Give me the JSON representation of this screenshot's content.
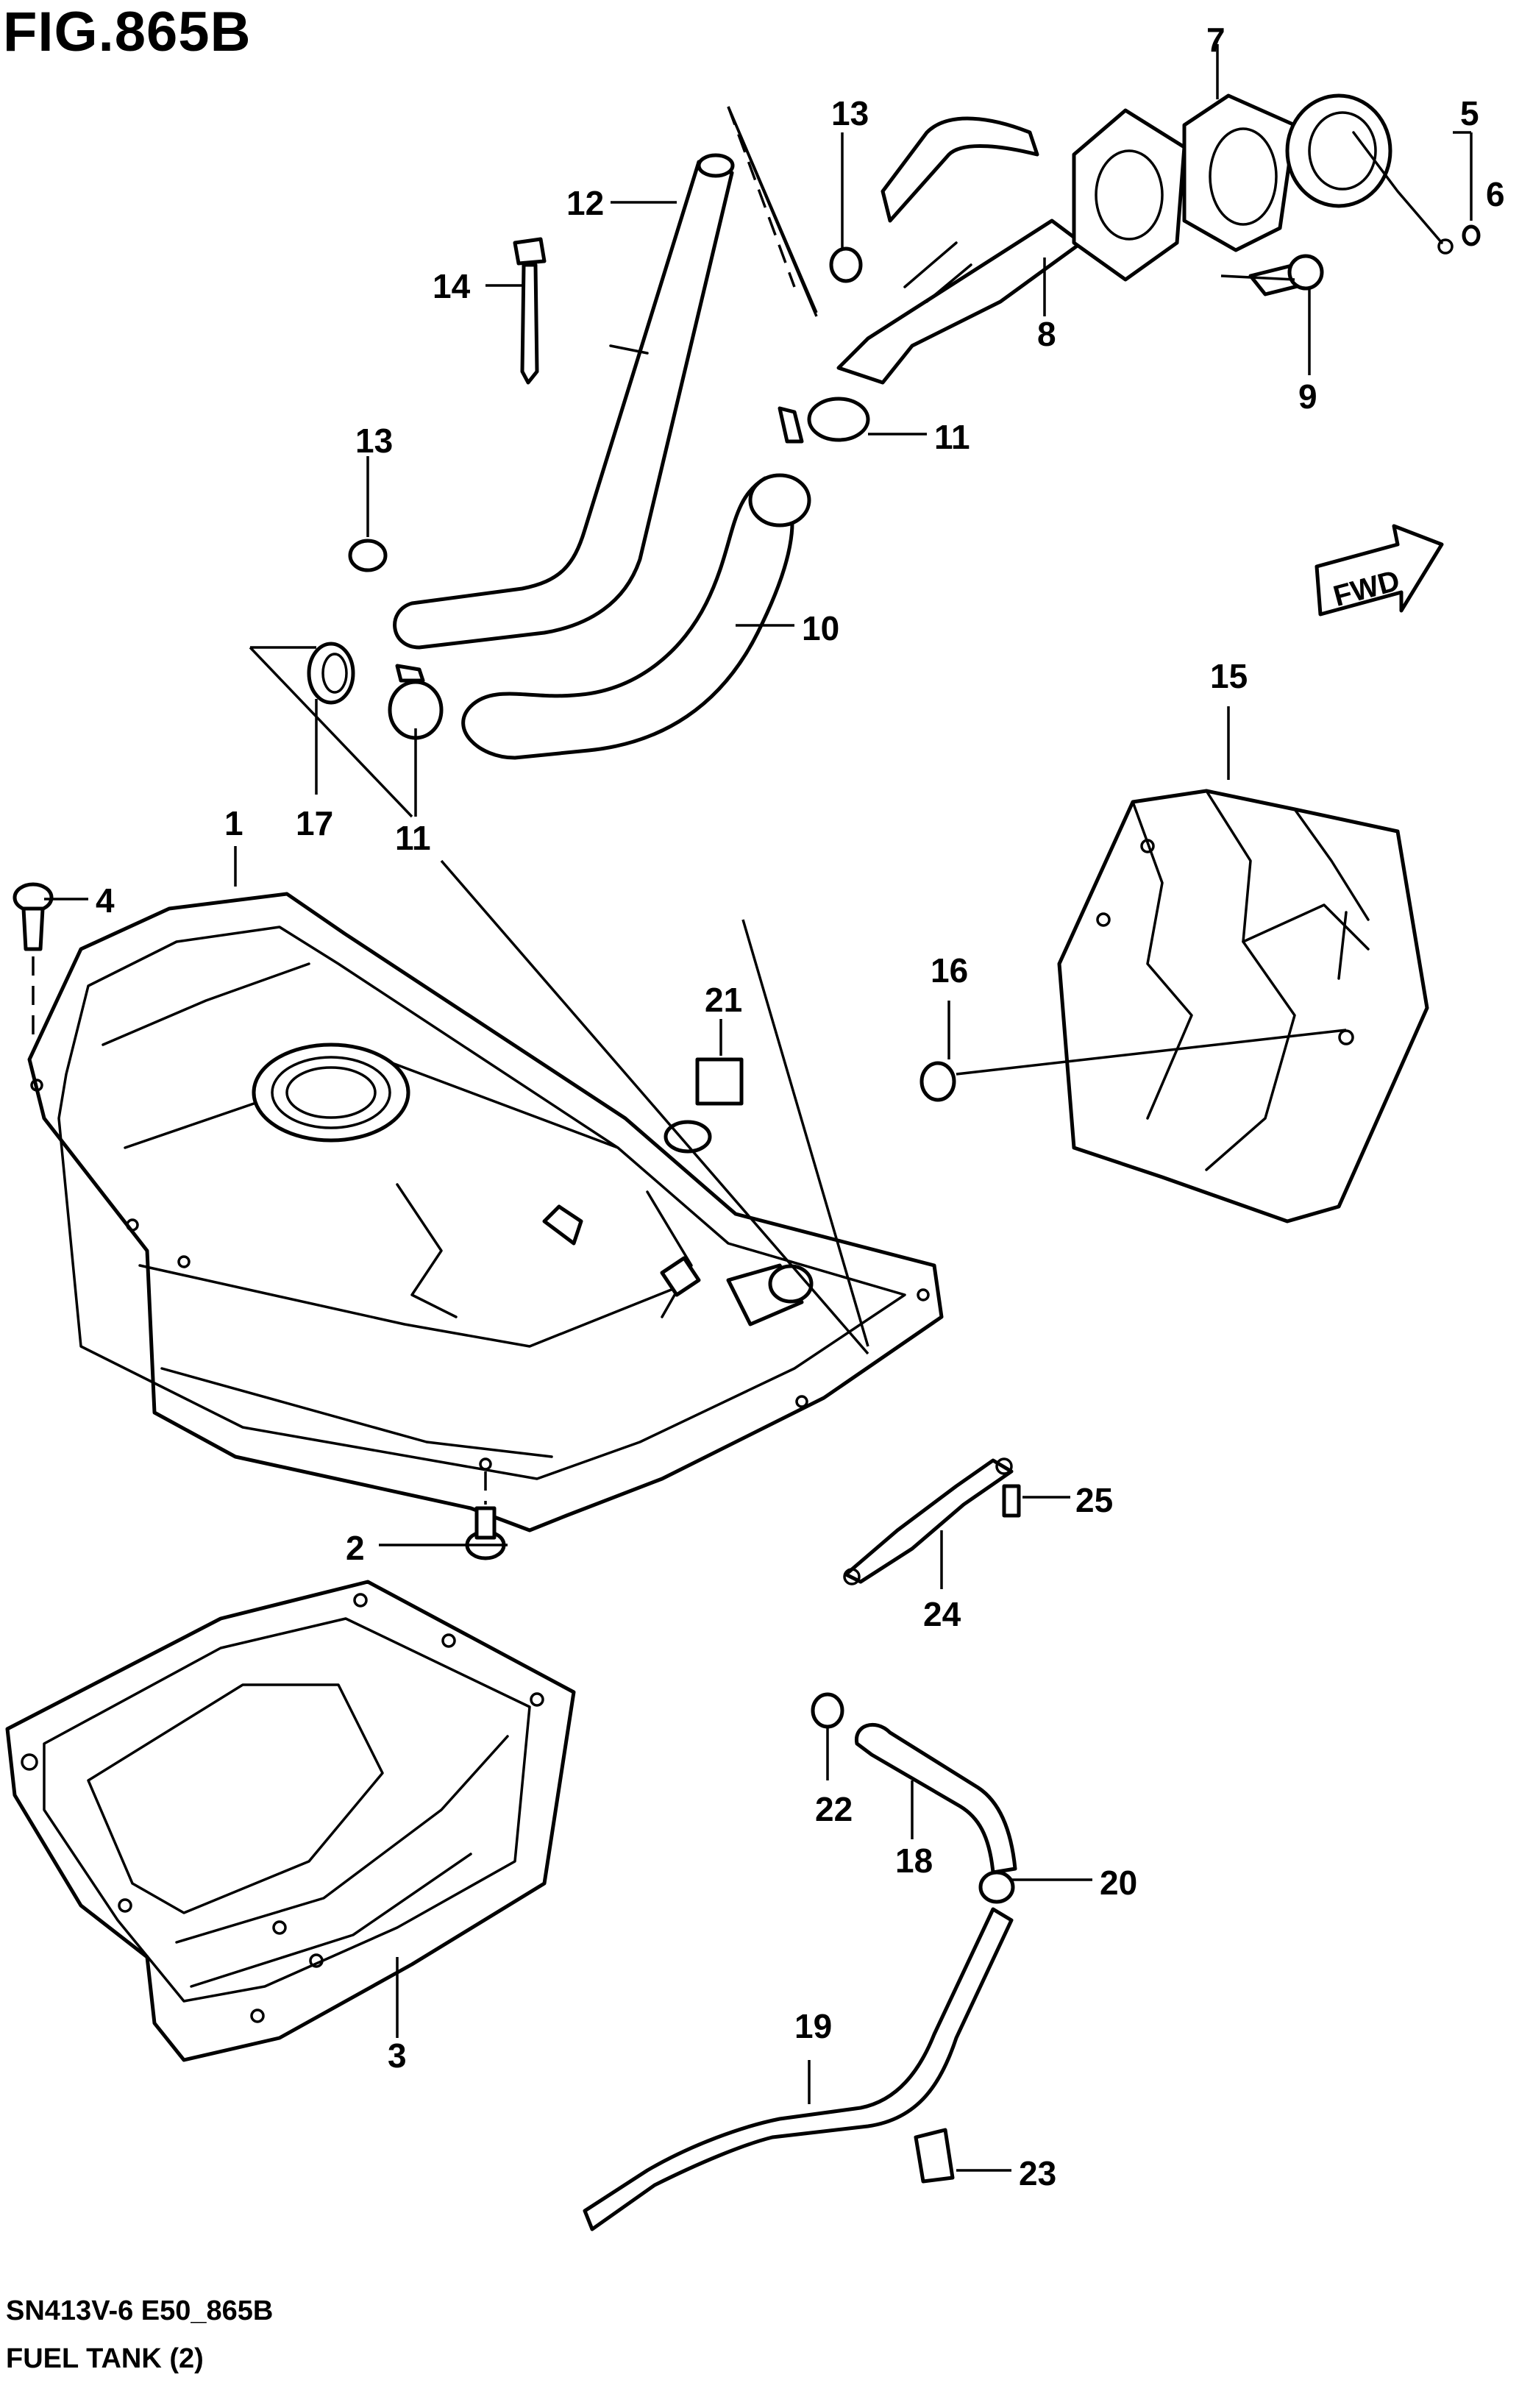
{
  "figure": {
    "title": "FIG.865B",
    "code": "SN413V-6 E50_865B",
    "name": "FUEL TANK (2)",
    "fwd_label": "FWD"
  },
  "callouts": {
    "c1": "1",
    "c2": "2",
    "c3": "3",
    "c4": "4",
    "c5": "5",
    "c6": "6",
    "c7": "7",
    "c8": "8",
    "c9": "9",
    "c10": "10",
    "c11a": "11",
    "c11b": "11",
    "c12": "12",
    "c13a": "13",
    "c13b": "13",
    "c14": "14",
    "c15": "15",
    "c16": "16",
    "c17": "17",
    "c18": "18",
    "c19": "19",
    "c20": "20",
    "c21": "21",
    "c22": "22",
    "c23": "23",
    "c24": "24",
    "c25": "25"
  }
}
